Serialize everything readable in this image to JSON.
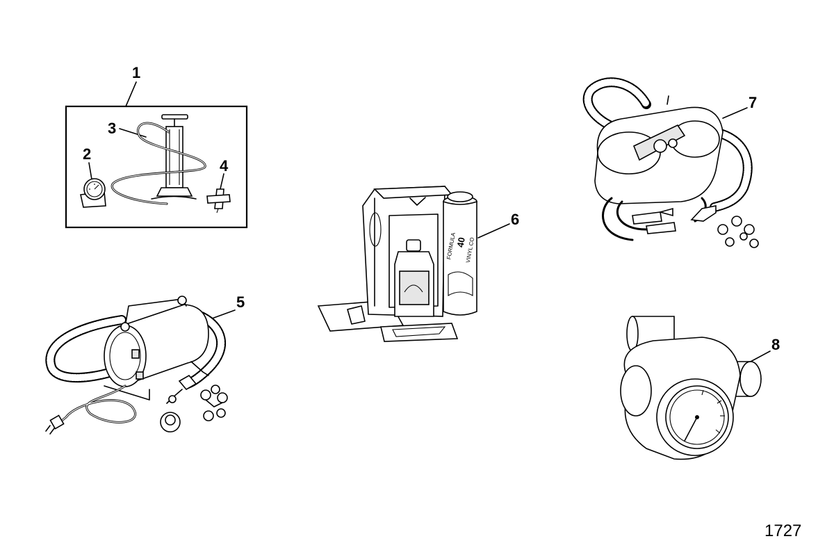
{
  "callouts": [
    {
      "id": "1",
      "label": "1"
    },
    {
      "id": "2",
      "label": "2"
    },
    {
      "id": "3",
      "label": "3"
    },
    {
      "id": "4",
      "label": "4"
    },
    {
      "id": "5",
      "label": "5"
    },
    {
      "id": "6",
      "label": "6"
    },
    {
      "id": "7",
      "label": "7"
    },
    {
      "id": "8",
      "label": "8"
    }
  ],
  "can_text": {
    "line1": "FORMULA",
    "line2": "40",
    "line3": "VINYL CO"
  },
  "figure_number": "1727"
}
